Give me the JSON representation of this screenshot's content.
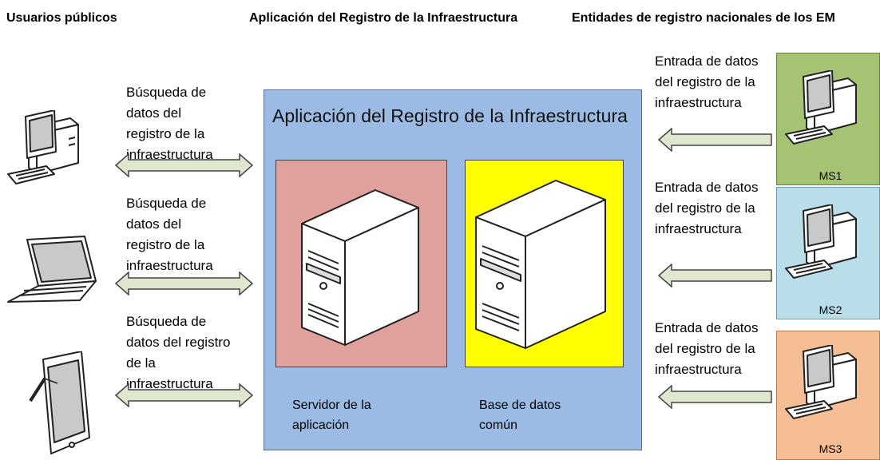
{
  "headers": {
    "public_users": "Usuarios públicos",
    "app": "Aplicación del Registro de la Infraestructura",
    "national_entities": "Entidades de registro nacionales de los EM"
  },
  "left_labels": [
    "Búsqueda de\ndatos del\nregistro de la\ninfraestructura",
    "Búsqueda de\ndatos del\nregistro de la\ninfraestructura",
    "Búsqueda de\ndatos del registro\nde la\ninfraestructura"
  ],
  "app_box": {
    "title": "Aplicación del Registro de la Infraestructura",
    "server_caption": "Servidor de la\naplicación",
    "db_caption": "Base de datos\ncomún"
  },
  "right_labels": [
    "Entrada de datos\ndel registro de la\ninfraestructura",
    "Entrada de datos\ndel registro de la\ninfraestructura",
    "Entrada de datos\ndel registro de la\ninfraestructura"
  ],
  "member_states": [
    "MS1",
    "MS2",
    "MS3"
  ],
  "colors": {
    "app_bg": "#9bbbe5",
    "server_bg": "#e0a19d",
    "db_bg": "#ffff00",
    "ms1_bg": "#a6c373",
    "ms2_bg": "#b9deea",
    "ms3_bg": "#f5be94",
    "arrow_fill": "#dfe8cf"
  },
  "icons": [
    "desktop-computer-icon",
    "laptop-icon",
    "tablet-icon",
    "server-tower-icon",
    "database-server-icon"
  ]
}
